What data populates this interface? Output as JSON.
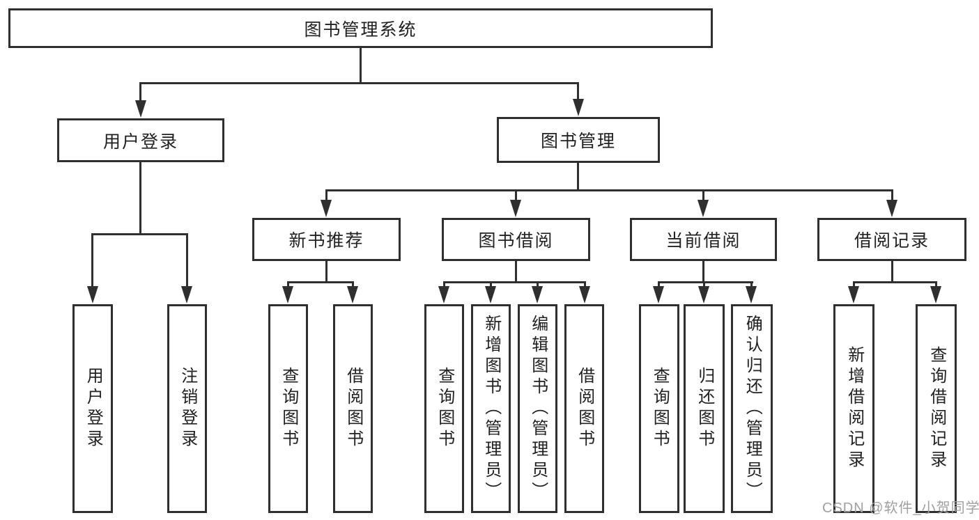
{
  "colors": {
    "line": "#2f2f2f",
    "text": "#212121",
    "box_background": "#ffffff",
    "watermark": "#a0a0a0"
  },
  "watermark": {
    "text": "CSDN @软件_小贺同学"
  },
  "tree": {
    "root": {
      "label": "图书管理系统"
    },
    "level2": [
      {
        "label": "用户登录"
      },
      {
        "label": "图书管理"
      }
    ],
    "level3": [
      {
        "label": "新书推荐"
      },
      {
        "label": "图书借阅"
      },
      {
        "label": "当前借阅"
      },
      {
        "label": "借阅记录"
      }
    ],
    "leaves": {
      "user_login": [
        {
          "label": "用户登录"
        },
        {
          "label": "注销登录"
        }
      ],
      "new_book_rec": [
        {
          "label": "查询图书"
        },
        {
          "label": "借阅图书"
        }
      ],
      "book_borrow": [
        {
          "label": "查询图书"
        },
        {
          "label": "新增图书（管理员）"
        },
        {
          "label": "编辑图书（管理员）"
        },
        {
          "label": "借阅图书"
        }
      ],
      "current_borrow": [
        {
          "label": "查询图书"
        },
        {
          "label": "归还图书"
        },
        {
          "label": "确认归还（管理员）"
        }
      ],
      "borrow_records": [
        {
          "label": "新增借阅记录"
        },
        {
          "label": "查询借阅记录"
        }
      ]
    }
  }
}
